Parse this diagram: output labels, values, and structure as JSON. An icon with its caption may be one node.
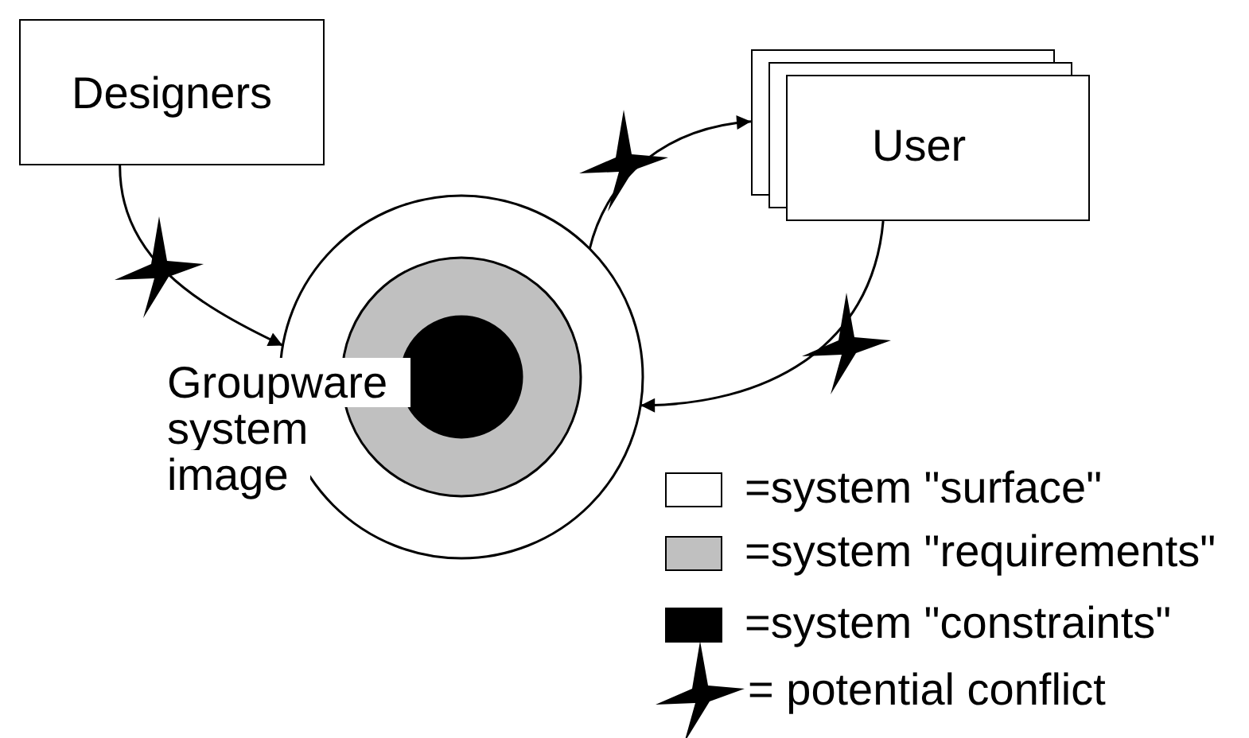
{
  "diagram": {
    "nodes": [
      {
        "text": [
          "Designers"
        ]
      },
      {
        "text": [
          "User"
        ]
      },
      {
        "text": [
          "Groupware system image"
        ]
      }
    ],
    "edges": [
      {
        "from": 0,
        "to": 2,
        "arrow": "to"
      },
      {
        "from": 2,
        "to": 1,
        "arrow": "to"
      },
      {
        "from": 1,
        "to": 2,
        "arrow": "to"
      }
    ],
    "legend": [
      {
        "text": "=system \"surface\"",
        "color": "#ffffff"
      },
      {
        "text": "=system \"requirements\"",
        "color": "#c0c0c0"
      },
      {
        "text": "=system \"constraints\"",
        "color": "#000000"
      },
      {
        "text": "= potential conflict"
      }
    ]
  }
}
